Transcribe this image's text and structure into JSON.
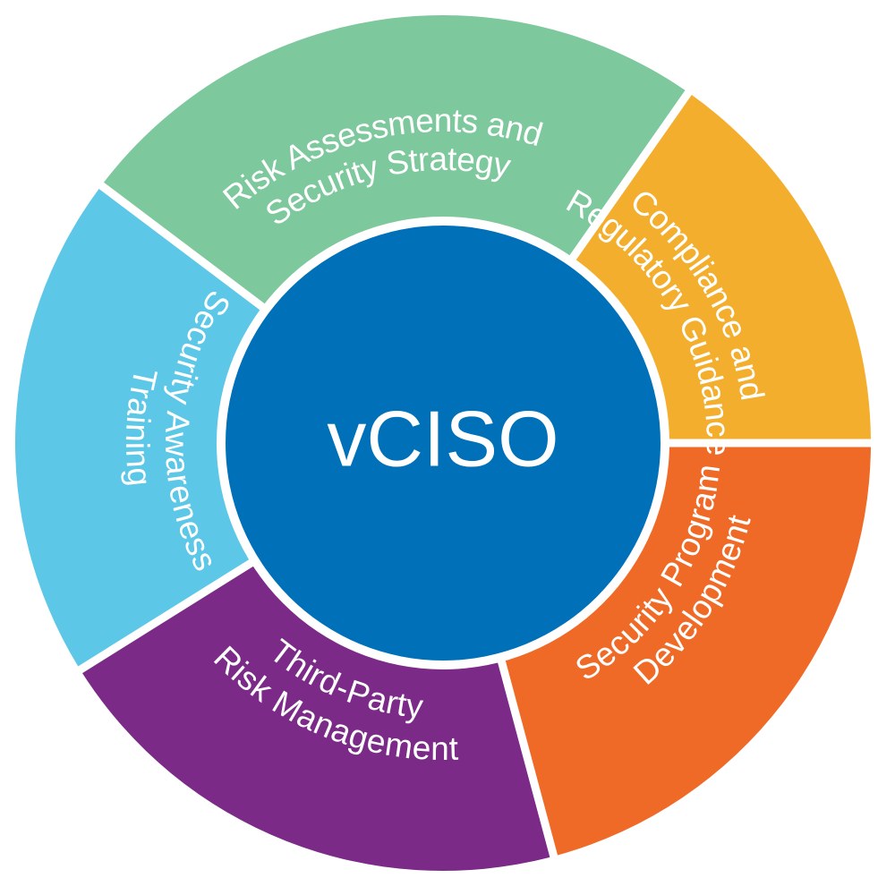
{
  "center": {
    "label": "vCISO",
    "color": "#0071b9"
  },
  "segments": [
    {
      "id": "risk-assessments",
      "lines": [
        "Risk Assessments and",
        "Security Strategy"
      ],
      "color": "#7dc89c"
    },
    {
      "id": "compliance",
      "lines": [
        "Compliance and",
        "Regulatory Guidance"
      ],
      "color": "#f3ae2d"
    },
    {
      "id": "security-program",
      "lines": [
        "Security Program",
        "Development"
      ],
      "color": "#ef6a26"
    },
    {
      "id": "third-party",
      "lines": [
        "Third-Party",
        "Risk Management"
      ],
      "color": "#7b2a87"
    },
    {
      "id": "security-awareness",
      "lines": [
        "Security Awareness",
        "Training"
      ],
      "color": "#5cc7e6"
    }
  ]
}
